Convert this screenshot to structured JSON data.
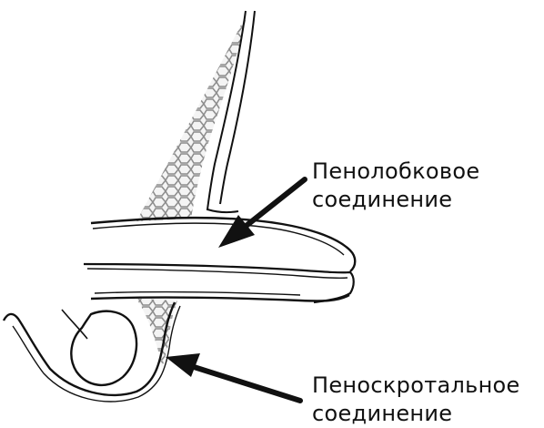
{
  "labels": {
    "penopubic": {
      "line1": "Пенолобковое",
      "line2": "соединение"
    },
    "penoscrotal": {
      "line1": "Пеноскротальное",
      "line2": "соединение"
    }
  },
  "colors": {
    "outline": "#111111",
    "hatch_fill": "#9a9a9a",
    "background": "#ffffff"
  }
}
